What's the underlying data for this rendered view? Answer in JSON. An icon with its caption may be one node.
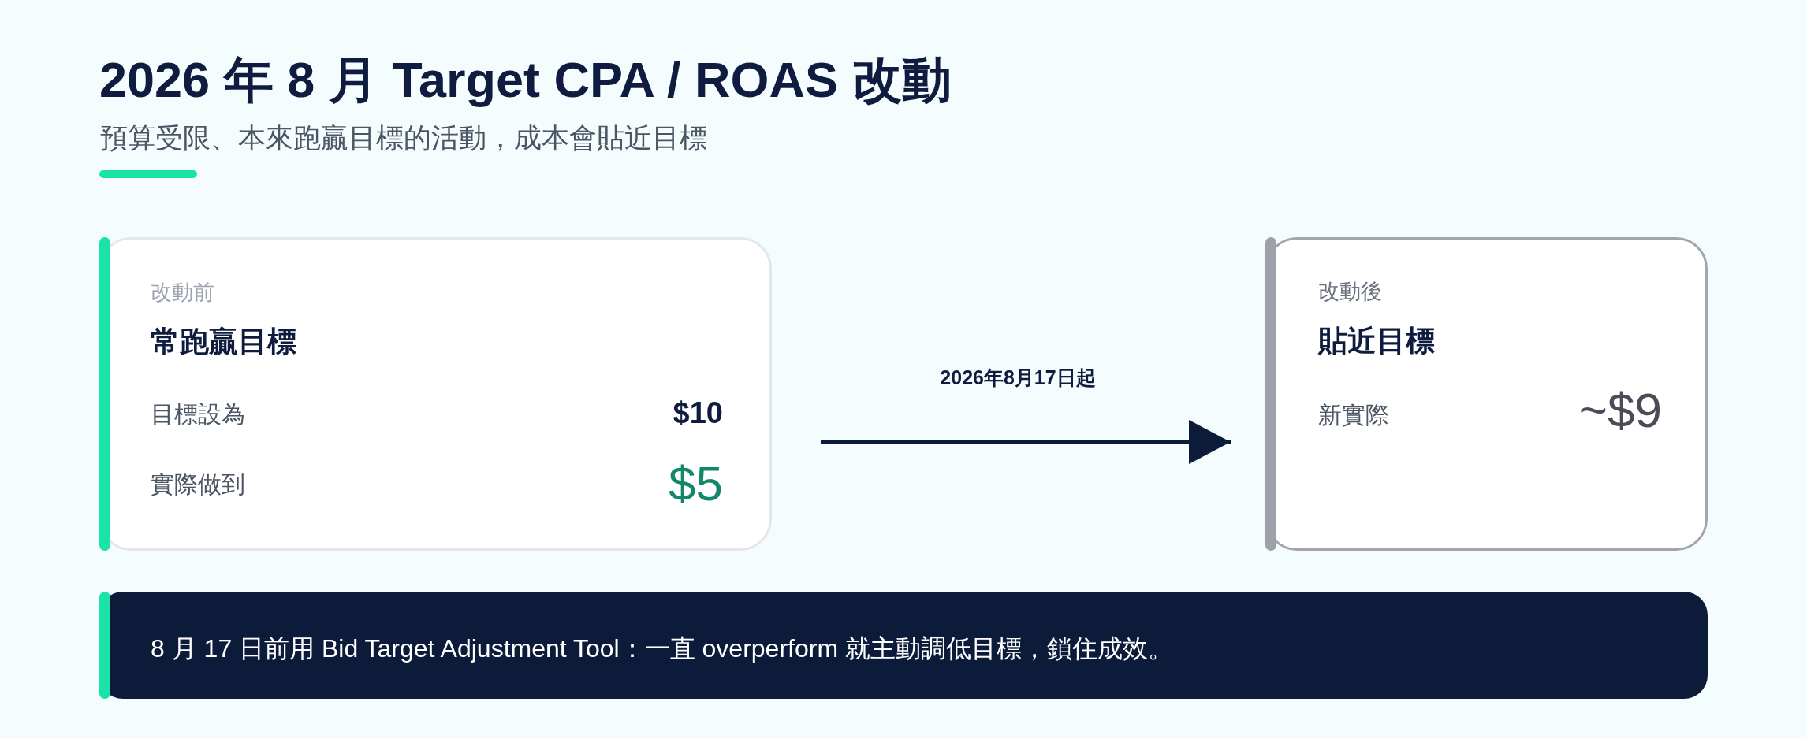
{
  "diagram": {
    "title": "2026 年 8 月 Target CPA / ROAS 改動",
    "nodes": [
      {
        "text": [
          "改動前",
          "常跑贏目標",
          "目標設為",
          "$10",
          "實際做到",
          "$5"
        ]
      },
      {
        "text": [
          "改動後",
          "貼近目標",
          "新實際",
          "~$9"
        ]
      },
      {
        "text": [
          "8 月 17 日前用 Bid Target Adjustment Tool：一直 overperform 就主動調低目標，鎖住成效。"
        ]
      }
    ],
    "edges": [
      {
        "from": 0,
        "to": 1,
        "arrow": "to",
        "label": "2026年8月17日起"
      }
    ],
    "labels": [
      "預算受限、本來跑贏目標的活動，成本會貼近目標"
    ]
  }
}
